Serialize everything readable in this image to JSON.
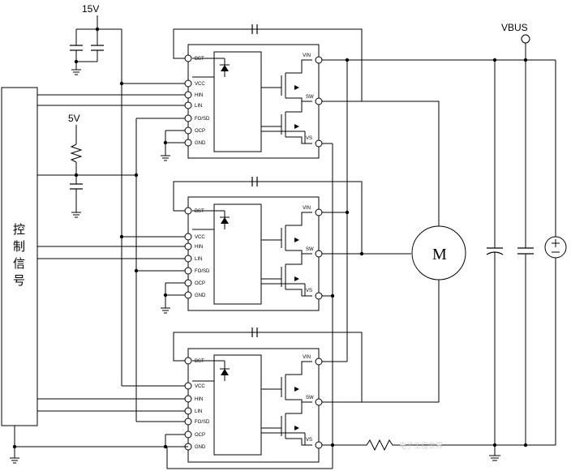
{
  "power": {
    "supply_15v": "15V",
    "supply_5v": "5V",
    "bus": "VBUS"
  },
  "controller": {
    "label_chars": [
      "控",
      "制",
      "信",
      "号"
    ]
  },
  "driver_pins": {
    "bst": "BST",
    "vcc": "VCC",
    "hin": "HIN",
    "lin": "LIN",
    "fo_sd": "FO/SD",
    "ocp": "OCP",
    "gnd": "GND",
    "vin": "VIN",
    "sw": "SW",
    "vs": "VS"
  },
  "motor": {
    "label": "M"
  },
  "watermark": "电子工程世界"
}
